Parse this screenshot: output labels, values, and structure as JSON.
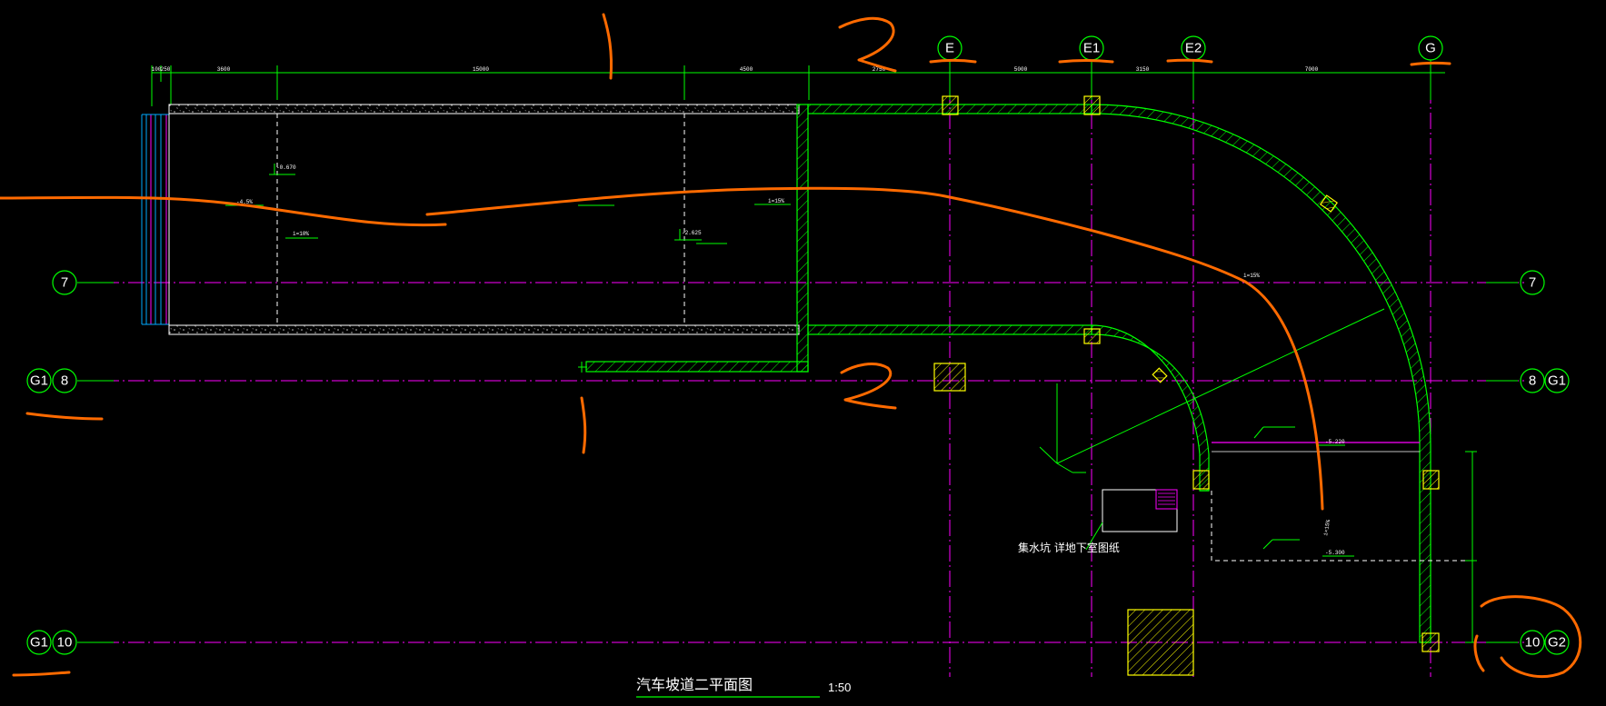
{
  "drawing": {
    "title": "汽车坡道二平面图",
    "scale": "1:50",
    "note": "集水坑 详地下室图纸"
  },
  "grid_bubbles": {
    "E": "E",
    "E1": "E1",
    "E2": "E2",
    "G": "G",
    "row7_left": "7",
    "row7_right": "7",
    "row8_left_a": "G1",
    "row8_left_b": "8",
    "row8_right_a": "8",
    "row8_right_b": "G1",
    "row10_left_a": "G1",
    "row10_left_b": "10",
    "row10_right_a": "10",
    "row10_right_b": "G2"
  },
  "dimensions": [
    "100",
    "250",
    "3600",
    "15000",
    "4500",
    "2750",
    "5000",
    "3150",
    "7000"
  ],
  "elevations": [
    "-0.670",
    "-4.5%",
    "i=10%",
    "-2.625",
    "i=15%",
    "i=15%",
    "-5.220",
    "-5.300",
    "i=15%"
  ],
  "colors": {
    "background": "#000000",
    "wall": "#00ff00",
    "grid_axis": "#ff00ff",
    "bubble": "#00ff00",
    "dimension": "#00ff00",
    "markup": "#ff6a00",
    "column": "#ffff00",
    "edge_line": "#00aaff"
  },
  "annotations": [
    "section-mark-1-1",
    "section-mark-2-2",
    "markup-circle-G2",
    "markup-underlines"
  ]
}
